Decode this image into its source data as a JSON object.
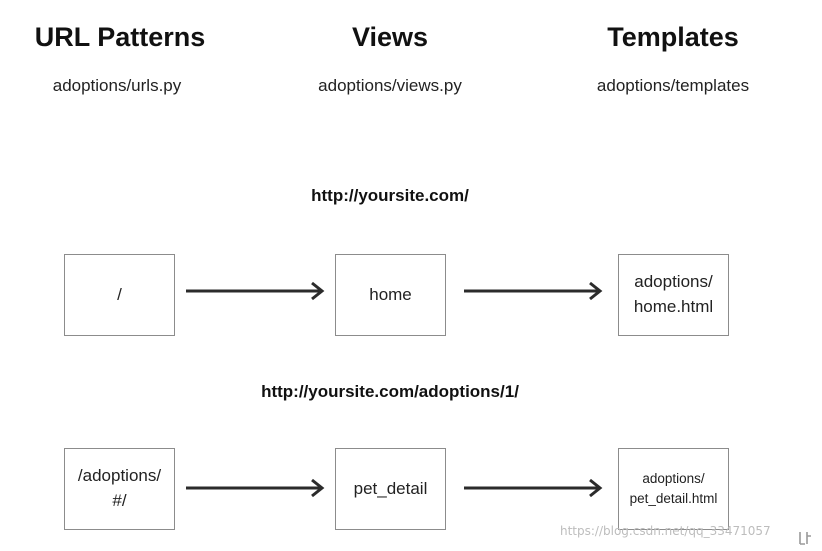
{
  "columns": [
    {
      "title": "URL Patterns",
      "file": "adoptions/urls.py"
    },
    {
      "title": "Views",
      "file": "adoptions/views.py"
    },
    {
      "title": "Templates",
      "file": "adoptions/templates"
    }
  ],
  "rows": [
    {
      "url": "http://yoursite.com/",
      "pattern": "/",
      "view": "home",
      "template": "adoptions/\nhome.html"
    },
    {
      "url": "http://yoursite.com/adoptions/1/",
      "pattern": "/adoptions/\n#/",
      "view": "pet_detail",
      "template": "adoptions/\npet_detail.html"
    }
  ],
  "watermark": "https://blog.csdn.net/qq_33471057"
}
